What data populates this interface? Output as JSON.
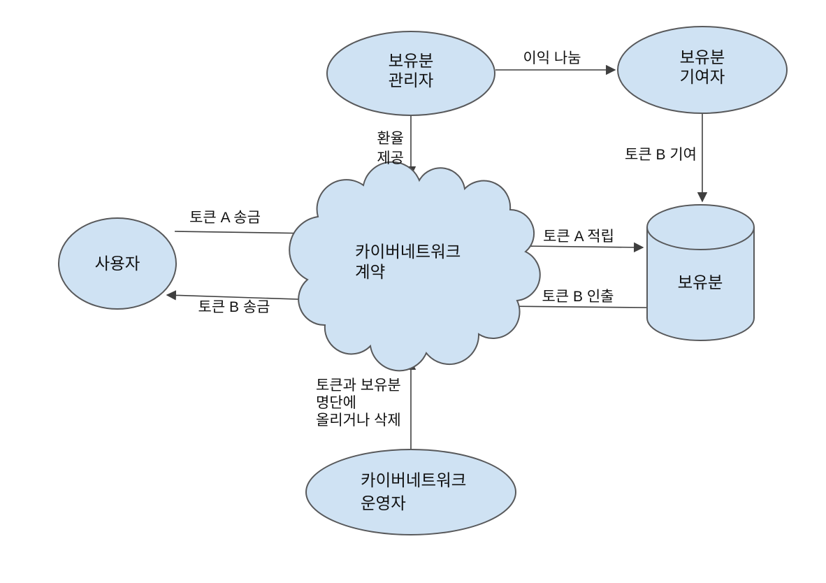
{
  "colors": {
    "node_fill": "#cfe2f3",
    "node_stroke": "#58595b",
    "arrow": "#3f3f3f",
    "text": "#111111",
    "background": "#ffffff"
  },
  "nodes": {
    "reserve_manager": {
      "lines": [
        "보유분",
        "관리자"
      ]
    },
    "reserve_contributor": {
      "lines": [
        "보유분",
        "기여자"
      ]
    },
    "user": {
      "label": "사용자"
    },
    "kyber_contract": {
      "lines": [
        "카이버네트워크",
        "계약"
      ]
    },
    "reserve": {
      "label": "보유분"
    },
    "kyber_operator": {
      "lines": [
        "카이버네트워크",
        "운영자"
      ]
    }
  },
  "edges": {
    "profit_sharing": {
      "label": "이익 나눔"
    },
    "provide_rate": {
      "lines": [
        "환율",
        "제공"
      ]
    },
    "token_b_contribution": {
      "label": "토큰 B 기여"
    },
    "token_a_transfer": {
      "label": "토큰 A 송금"
    },
    "token_b_transfer": {
      "label": "토큰 B 송금"
    },
    "token_a_deposit": {
      "label": "토큰 A 적립"
    },
    "token_b_withdrawal": {
      "label": "토큰 B 인출"
    },
    "listing": {
      "lines": [
        "토큰과 보유분",
        "명단에",
        "올리거나 삭제"
      ]
    }
  }
}
